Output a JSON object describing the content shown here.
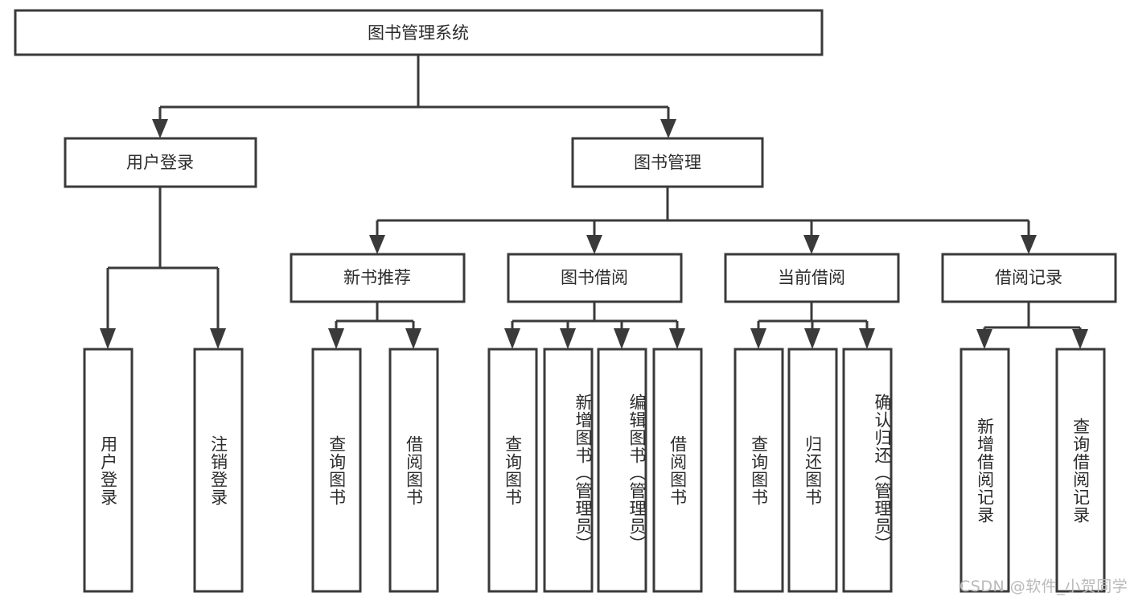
{
  "diagram": {
    "title": "图书管理系统",
    "root": {
      "label": "图书管理系统"
    },
    "level1": [
      {
        "label": "用户登录"
      },
      {
        "label": "图书管理"
      }
    ],
    "level2": [
      {
        "label": "新书推荐"
      },
      {
        "label": "图书借阅"
      },
      {
        "label": "当前借阅"
      },
      {
        "label": "借阅记录"
      }
    ],
    "leaves": {
      "user_login": [
        {
          "label": "用户登录"
        },
        {
          "label": "注销登录"
        }
      ],
      "new_book_recommend": [
        {
          "label": "查询图书"
        },
        {
          "label": "借阅图书"
        }
      ],
      "book_borrow": [
        {
          "label": "查询图书"
        },
        {
          "label": "新增图书（管理员）"
        },
        {
          "label": "编辑图书（管理员）"
        },
        {
          "label": "借阅图书"
        }
      ],
      "current_borrow": [
        {
          "label": "查询图书"
        },
        {
          "label": "归还图书"
        },
        {
          "label": "确认归还（管理员）"
        }
      ],
      "borrow_record": [
        {
          "label": "新增借阅记录"
        },
        {
          "label": "查询借阅记录"
        }
      ]
    }
  },
  "watermark": {
    "text": "CSDN @软件_小贺同学"
  },
  "colors": {
    "stroke": "#3a3a3a",
    "box_fill": "#ffffff",
    "text": "#2b2b2b",
    "watermark": "#b9b9b9",
    "background": "#ffffff"
  }
}
